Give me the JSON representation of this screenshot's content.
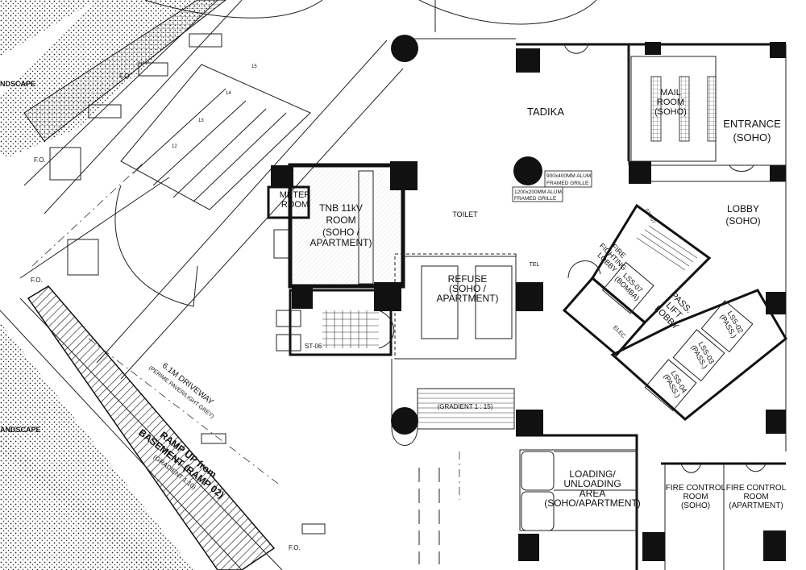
{
  "rooms": {
    "tadika": "TADIKA",
    "mail_room_l1": "MAIL",
    "mail_room_l2": "ROOM",
    "mail_room_l3": "(SOHO)",
    "entrance_l1": "ENTRANCE",
    "entrance_l2": "(SOHO)",
    "lobby_l1": "LOBBY",
    "lobby_l2": "(SOHO)",
    "toilet": "TOILET",
    "tnb_l1": "TNB 11kV",
    "tnb_l2": "ROOM",
    "tnb_l3": "(SOHO /",
    "tnb_l4": "APARTMENT)",
    "meter_l1": "METER",
    "meter_l2": "ROOM",
    "refuse_l1": "REFUSE",
    "refuse_l2": "(SOHO /",
    "refuse_l3": "APARTMENT)",
    "fire_lobby_l1": "FIRE",
    "fire_lobby_l2": "FIGHTING",
    "fire_lobby_l3": "LOBBY",
    "pass_lift_l1": "PASS.",
    "pass_lift_l2": "LIFT",
    "pass_lift_l3": "LOBBY",
    "loading_l1": "LOADING/",
    "loading_l2": "UNLOADING",
    "loading_l3": "AREA",
    "loading_l4": "(SOHO/APARTMENT)",
    "fcr_soho_l1": "FIRE CONTROL",
    "fcr_soho_l2": "ROOM",
    "fcr_soho_l3": "(SOHO)",
    "fcr_apt_l1": "FIRE CONTROL",
    "fcr_apt_l2": "ROOM",
    "fcr_apt_l3": "(APARTMENT)",
    "lss07_l1": "LSS-07",
    "lss07_l2": "(BOMBA)",
    "lss02_l1": "LSS-02",
    "lss02_l2": "(PASS.)",
    "lss03_l1": "LSS-03",
    "lss03_l2": "(PASS.)",
    "lss04_l1": "LSS-04",
    "lss04_l2": "(PASS.)",
    "elec": "ELEC",
    "tel": "TEL"
  },
  "annotations": {
    "grille_1_l1": "900x400MM ALUM.",
    "grille_1_l2": "FRAMED GRILLE",
    "grille_2_l1": "1200x200MM ALUM.",
    "grille_2_l2": "FRAMED GRILLE",
    "stair_st06": "ST-06",
    "stair_st07": "STS-07",
    "gradient": "(GRADIENT 1 : 15)",
    "driveway_l1": "6.1M DRIVEWAY",
    "driveway_l2": "(PERIME PAVER/LIGHT GREY)",
    "ramp_l1": "RAMP UP from",
    "ramp_l2": "BASEMENT (RAMP 02)",
    "ramp_l3": "(GRADIENT 1:10)",
    "landscape_top": "NDSCAPE",
    "landscape_mid": "ANDSCAPE",
    "fo": "F.O.",
    "lot_12": "12",
    "lot_13": "13",
    "lot_14": "14",
    "lot_15": "15"
  },
  "colors": {
    "line": "#111111",
    "background": "#ffffff",
    "column": "#111111"
  }
}
